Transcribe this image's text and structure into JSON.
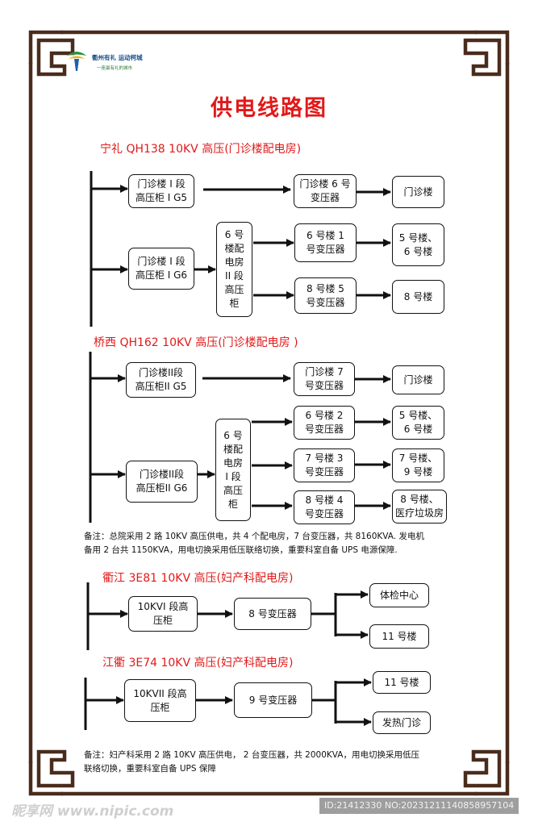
{
  "title": "供电线路图",
  "logo": {
    "name": "衢州有礼 运动柯城",
    "slogan": "一座最有礼的城市"
  },
  "section1": {
    "heading": "宁礼 QH138   10KV 高压(门诊楼配电房)",
    "boxes": {
      "cabinet_g5": "门诊楼 I 段\n高压柜 I G5",
      "cabinet_g6": "门诊楼 I 段\n高压柜 I G6",
      "room": "6 号\n楼配\n电房\nII 段\n高压\n柜",
      "tx6": "门诊楼 6 号\n变压器",
      "tx1": "6 号楼 1\n号变压器",
      "tx5": "8 号楼 5\n号变压器",
      "dest_clinic": "门诊楼",
      "dest_56": "5 号楼、\n6 号楼",
      "dest_8": "8 号楼"
    }
  },
  "section2": {
    "heading": "桥西 QH162     10KV 高压(门诊楼配电房 )",
    "boxes": {
      "cabinet_g5": "门诊楼II段\n高压柜II G5",
      "cabinet_g6": "门诊楼II段\n高压柜II G6",
      "room": "6 号\n楼配\n电房\nI 段\n高压\n柜",
      "tx7": "门诊楼 7\n号变压器",
      "tx2": "6 号楼 2\n号变压器",
      "tx3": "7 号楼 3\n号变压器",
      "tx4": "8 号楼 4\n号变压器",
      "dest_clinic": "门诊楼",
      "dest_56": "5 号楼、\n6 号楼",
      "dest_79": "7 号楼、\n9 号楼",
      "dest_8": "8 号楼、\n医疗垃圾房"
    }
  },
  "note1": "备注：总院采用 2 路 10KV 高压供电，共 4 个配电房，7 台变压器，共 8160KVA. 发电机\n备用 2 台共 1150KVA，用电切换采用低压联络切换，重要科室自备 UPS 电源保障.",
  "section3": {
    "heading": "衢江 3E81  10KV 高压(妇产科配电房)",
    "boxes": {
      "cabinet": "10KVI 段高\n压柜",
      "tx8": "8 号变压器",
      "dest_exam": "体检中心",
      "dest_11": "11 号楼"
    }
  },
  "section4": {
    "heading": "江衢 3E74  10KV 高压(妇产科配电房)",
    "boxes": {
      "cabinet": "10KVII 段高\n压柜",
      "tx9": "9 号变压器",
      "dest_11": "11 号楼",
      "dest_fever": "发热门诊"
    }
  },
  "note2": "备注：妇产科采用 2 路 10KV 高压供电， 2 台变压器，共 2000KVA，用电切换采用低压\n联络切换，重要科室自备 UPS 保障",
  "watermark": {
    "site": "昵享网 www.nipic.com",
    "id": "ID:21412330 NO:20231211140858957104"
  },
  "colors": {
    "heading_red": "#e11919",
    "frame_brown": "#4a2c1c",
    "line": "#111111"
  }
}
